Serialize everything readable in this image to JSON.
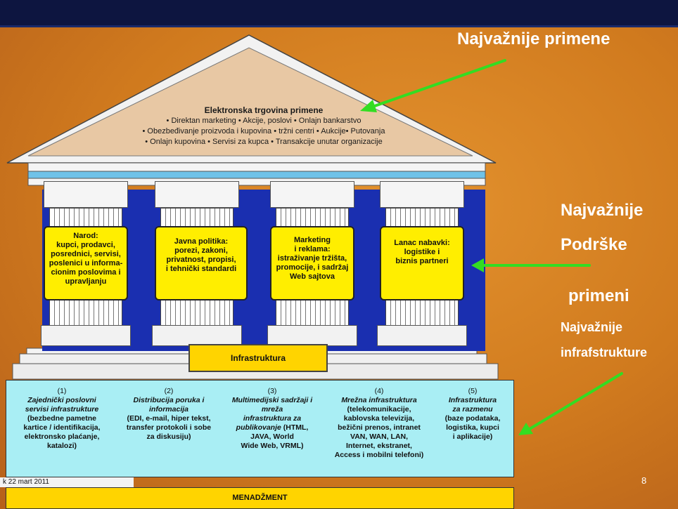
{
  "labels": {
    "top": "Najvažnije primene",
    "mid": [
      "Najvažnije",
      "Podrške",
      "primeni"
    ],
    "bottom": [
      "Najvažnije",
      "infrafstrukture"
    ]
  },
  "pediment": {
    "title": "Elektronska trgovina primene",
    "line1": "• Direktan marketing • Akcije, poslovi • Onlajn bankarstvo",
    "line2": "• Obezbeđivanje proizvoda i kupovina • tržni centri • Aukcije• Putovanja",
    "line3": "• Onlajn kupovina • Servisi za kupca • Transakcije unutar organizacije"
  },
  "pillars": [
    {
      "lines": [
        "Narod:",
        "kupci, prodavci,",
        "posrednici, servisi,",
        "poslenici u informa-",
        "cionim poslovima i",
        "upravljanju"
      ]
    },
    {
      "lines": [
        "Javna politika:",
        "porezi, zakoni,",
        "privatnost, propisi,",
        "i tehnički standardi"
      ]
    },
    {
      "lines": [
        "Marketing",
        "i reklama:",
        "istraživanje tržišta,",
        "promocije, i sadržaj",
        "Web sajtova"
      ]
    },
    {
      "lines": [
        "Lanac nabavki:",
        "logistike i",
        "biznis partneri"
      ]
    }
  ],
  "infrastructure_label": "Infrastruktura",
  "infra_columns": [
    {
      "num": "(1)",
      "italic": [
        "Zajednički poslovni",
        "servisi infrastrukture"
      ],
      "plain": [
        "(bezbedne pametne",
        "kartice / identifikacija,",
        "elektronsko plaćanje,",
        "katalozi)"
      ]
    },
    {
      "num": "(2)",
      "italic": [
        "Distribucija poruka i",
        "informacija"
      ],
      "plain": [
        "(EDI, e-mail, hiper tekst,",
        "transfer protokoli i sobe",
        "za diskusiju)"
      ]
    },
    {
      "num": "(3)",
      "italic": [
        "Multimedijski sadržaji i",
        "mreža",
        "infrastruktura za",
        "publikovanje"
      ],
      "plain": [
        "(HTML,",
        "JAVA, World",
        "Wide Web, VRML)"
      ]
    },
    {
      "num": "(4)",
      "italic": [
        "Mrežna infrastruktura"
      ],
      "plain": [
        "(telekomunikacije,",
        "kablovska televizija,",
        "bežični prenos, intranet",
        "VAN, WAN, LAN,",
        "Internet, ekstranet,",
        "Access i mobilni telefoni)"
      ]
    },
    {
      "num": "(5)",
      "italic": [
        "Infrastruktura",
        "za razmenu"
      ],
      "plain": [
        "(baze podataka,",
        "logistika, kupci",
        "i aplikacije)"
      ]
    }
  ],
  "footer_date": "k  22 mart 2011",
  "management_label": "MENADŽMENT",
  "page_number": "8",
  "colors": {
    "background": "#d07a1e",
    "topbar": "#0d1540",
    "column_blue": "#1a2fb0",
    "pillar_yellow": "#ffee00",
    "infra_cyan": "#a9eef4",
    "arrow_green": "#33dd22"
  }
}
